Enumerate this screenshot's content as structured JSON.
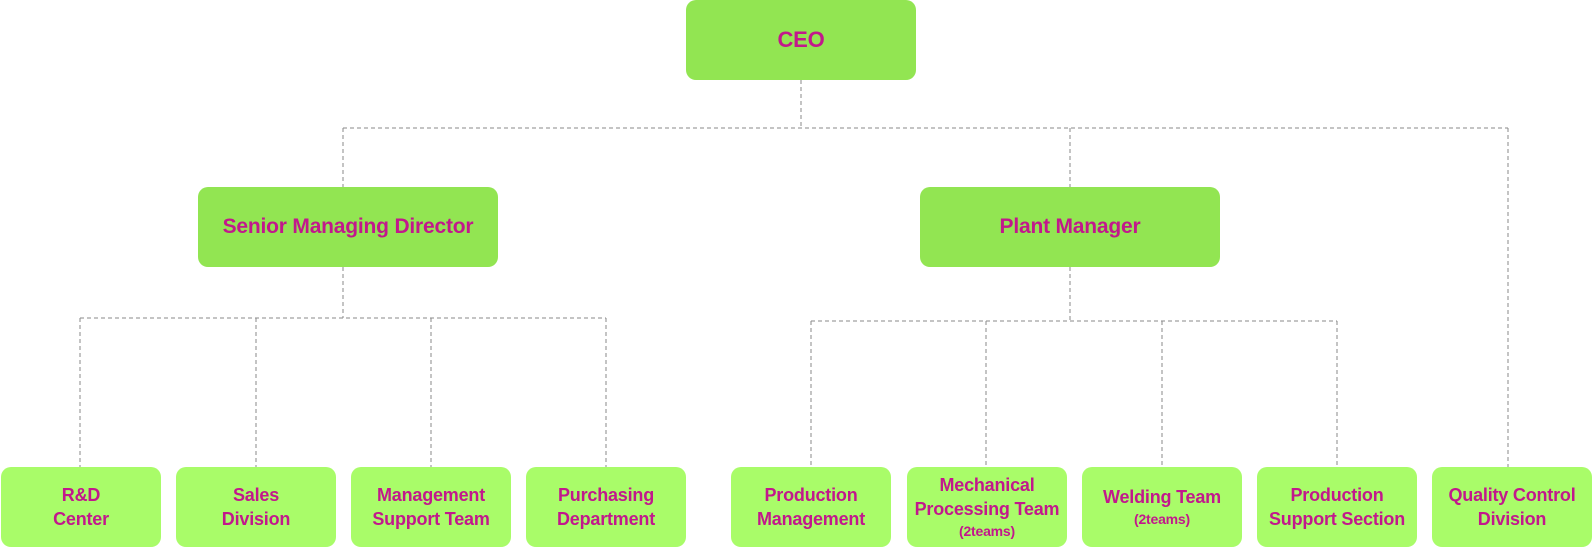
{
  "colors": {
    "top_box": "#92e552",
    "bottom_box": "#a9fc69",
    "text": "#c2188c",
    "connector": "#8a8a8a"
  },
  "ceo": {
    "label": "CEO"
  },
  "directors": [
    {
      "label": "Senior Managing Director"
    },
    {
      "label": "Plant Manager"
    }
  ],
  "teams": [
    {
      "lines": [
        "R&D",
        "Center"
      ],
      "sub": ""
    },
    {
      "lines": [
        "Sales",
        "Division"
      ],
      "sub": ""
    },
    {
      "lines": [
        "Management",
        "Support Team"
      ],
      "sub": ""
    },
    {
      "lines": [
        "Purchasing",
        "Department"
      ],
      "sub": ""
    },
    {
      "lines": [
        "Production",
        "Management"
      ],
      "sub": ""
    },
    {
      "lines": [
        "Mechanical",
        "Processing Team"
      ],
      "sub": "(2teams)"
    },
    {
      "lines": [
        "Welding Team"
      ],
      "sub": "(2teams)"
    },
    {
      "lines": [
        "Production",
        "Support Section"
      ],
      "sub": ""
    },
    {
      "lines": [
        "Quality Control",
        "Division"
      ],
      "sub": ""
    }
  ]
}
